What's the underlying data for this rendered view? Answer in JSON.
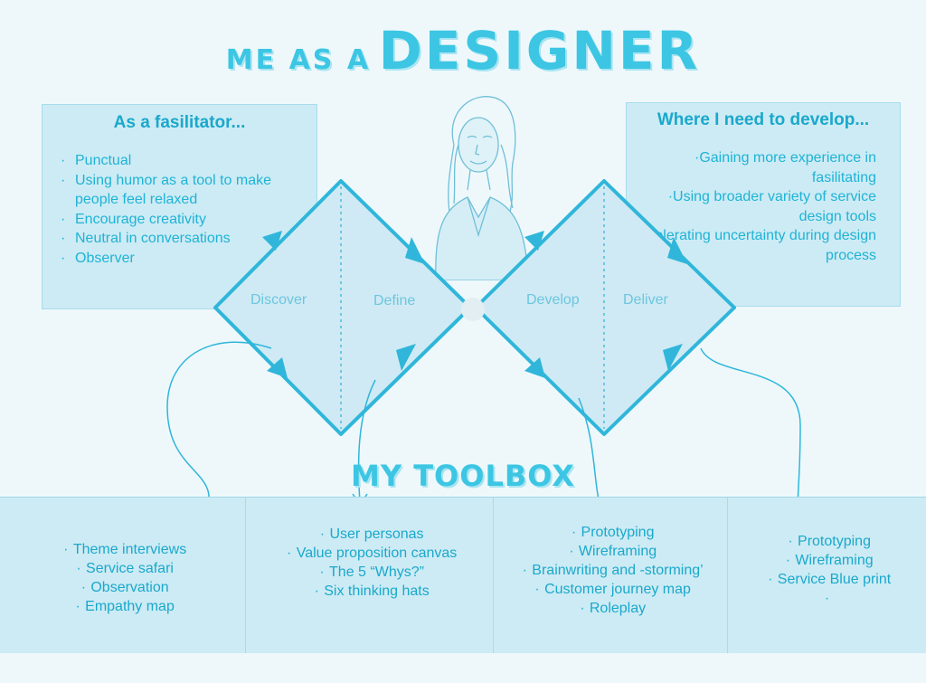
{
  "title": {
    "prefix": "ME AS A",
    "main": "DESIGNER"
  },
  "facilitator": {
    "heading": "As a fasilitator...",
    "items": [
      "Punctual",
      "Using humor as a tool to make people feel relaxed",
      "Encourage creativity",
      "Neutral in conversations",
      "Observer"
    ]
  },
  "develop_box": {
    "heading": "Where I need to develop...",
    "items": [
      "Gaining more experience in fasilitating",
      "Using broader variety of service design tools",
      "Tolerating uncertainty during design process"
    ]
  },
  "phases": [
    "Discover",
    "Define",
    "Develop",
    "Deliver"
  ],
  "toolbox": {
    "title": "MY TOOLBOX",
    "columns": [
      [
        "Theme interviews",
        "Service safari",
        "Observation",
        "Empathy map"
      ],
      [
        "User personas",
        "Value proposition canvas",
        "The 5 “Whys?”",
        "Six thinking hats"
      ],
      [
        "Prototyping",
        "Wireframing",
        "Brainwriting and -storming’",
        "Customer journey map",
        "Roleplay"
      ],
      [
        "Prototyping",
        "Wireframing",
        "Service Blue print",
        ""
      ]
    ]
  },
  "colors": {
    "accent": "#3cc6e3",
    "box": "#cdebf4",
    "line": "#2fb6da",
    "text": "#1aa8cc"
  }
}
